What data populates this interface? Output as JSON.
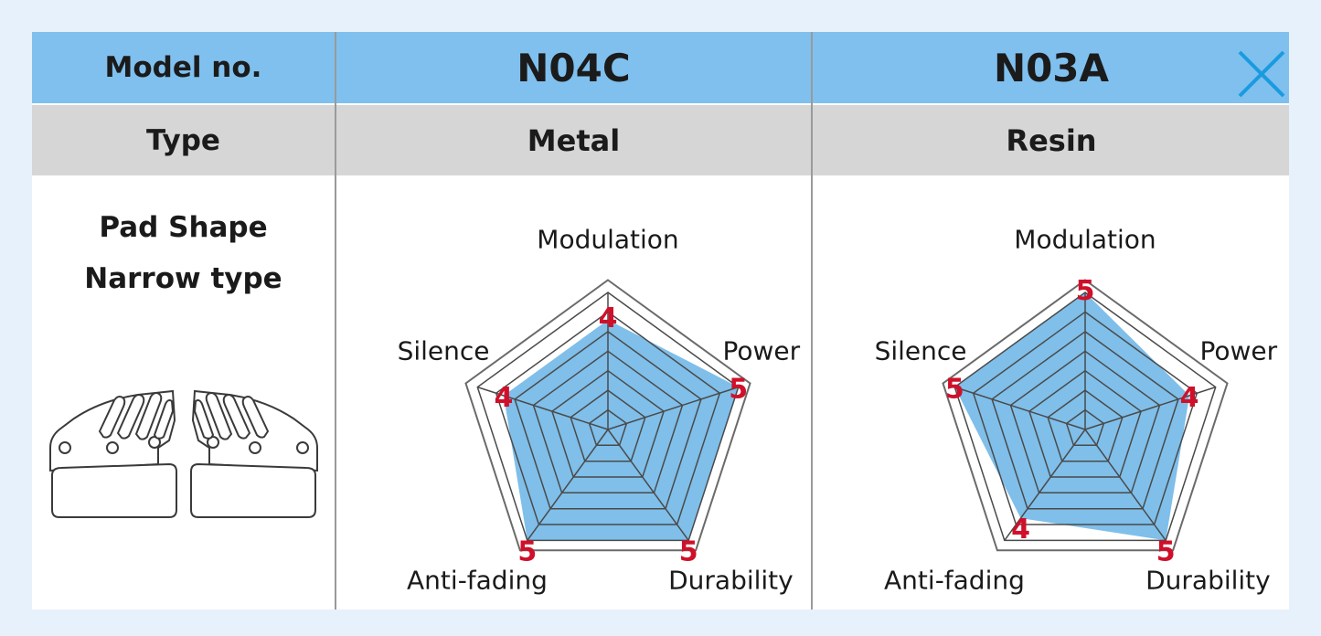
{
  "table": {
    "model_label": "Model no.",
    "type_label": "Type",
    "pad_shape_label": "Pad Shape",
    "pad_type_label": "Narrow type"
  },
  "models": [
    {
      "model": "N04C",
      "type": "Metal"
    },
    {
      "model": "N03A",
      "type": "Resin"
    }
  ],
  "close_icon": "close-icon",
  "colors": {
    "header": "#7fc0ee",
    "type_row": "#d6d6d6",
    "fill": "#7fbfea",
    "value_text": "#d0102a",
    "close": "#1a9be0"
  },
  "chart_data": [
    {
      "type": "radar",
      "title": "",
      "axes": [
        "Modulation",
        "Power",
        "Durability",
        "Anti-fading",
        "Silence"
      ],
      "values": [
        4,
        5,
        5,
        5,
        4
      ],
      "range": [
        0,
        5
      ],
      "grid": true
    },
    {
      "type": "radar",
      "title": "",
      "axes": [
        "Modulation",
        "Power",
        "Durability",
        "Anti-fading",
        "Silence"
      ],
      "values": [
        5,
        4,
        5,
        4,
        5
      ],
      "range": [
        0,
        5
      ],
      "grid": true
    }
  ]
}
